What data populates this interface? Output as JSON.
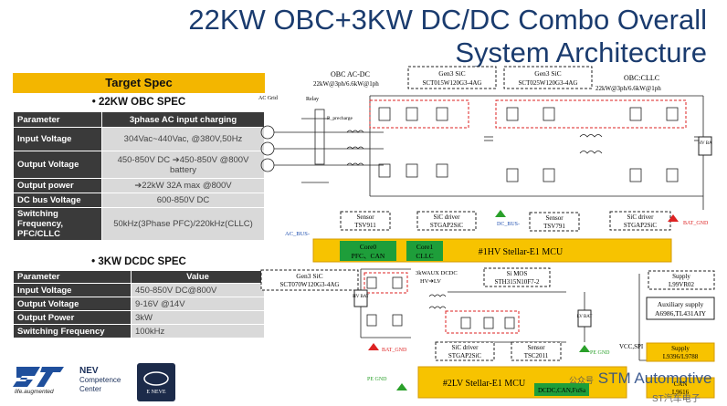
{
  "title": {
    "line1": "22KW OBC+3KW DC/DC Combo Overall",
    "line2": "System Architecture"
  },
  "target_spec": "Target Spec",
  "obc_spec": {
    "title": "• 22KW OBC SPEC",
    "header": [
      "Parameter",
      "3phase AC input charging"
    ],
    "rows": [
      [
        "Input Voltage",
        "304Vac~440Vac, @380V,50Hz"
      ],
      [
        "Output Voltage",
        "450-850V DC ➔450-850V @800V battery"
      ],
      [
        "Output power",
        "➔22kW 32A max @800V"
      ],
      [
        "DC bus Voltage",
        "600-850V DC"
      ],
      [
        "Switching Frequency, PFC/CLLC",
        "50kHz(3Phase PFC)/220kHz(CLLC)"
      ]
    ]
  },
  "dcdc_spec": {
    "title": "• 3KW DCDC SPEC",
    "header": [
      "Parameter",
      "Value"
    ],
    "rows": [
      [
        "Input Voltage",
        "450-850V DC@800V"
      ],
      [
        "Output Voltage",
        "9-16V @14V"
      ],
      [
        "Output Power",
        "3kW"
      ],
      [
        "Switching Frequency",
        "100kHz"
      ]
    ]
  },
  "footer": {
    "st_tagline": "life.augmented",
    "nev_title": "NEV",
    "nev_line2": "Competence",
    "nev_line3": "Center",
    "badge_text": "E NEVE",
    "watermark_cn": "公众号",
    "watermark_brand": "STM Automotive",
    "watermark_cn2": "ST汽车电子"
  },
  "diagram": {
    "ac_grid": "AC Grid",
    "relay": "Relay",
    "r_precharge": "R_precharge",
    "obc_acdc": "OBC AC-DC",
    "obc_acdc_spec": "22kW@3ph/6.6kW@1ph",
    "gen3_1": "Gen3 SiC",
    "gen3_1_part": "SCT015W120G3-4AG",
    "gen3_2": "Gen3 SiC",
    "gen3_2_part": "SCT025W120G3-4AG",
    "obc_clc": "OBC:CLLC",
    "obc_clc_spec": "22kW@3ph/6.6kW@1ph",
    "hv_ba": "HV BA",
    "sensor1": "Sensor",
    "sensor1_part": "TSV911",
    "sic_driver1": "SiC driver",
    "sic_driver1_part": "STGAP2SiC",
    "sensor2": "Sensor",
    "sensor2_part": "TSV791",
    "sic_driver2": "SiC driver",
    "sic_driver2_part": "STGAP2SiC",
    "ac_bus": "AC_BUS-",
    "dc_bus": "DC_BUS-",
    "bat_gnd": "BAT_GND",
    "hv_mcu": "#1HV Stellar-E1 MCU",
    "core0": "Core0",
    "core0_sub": "PFC、CAN",
    "core1": "Core1",
    "core1_sub": "CLLC",
    "gen3_3": "Gen3 SiC",
    "gen3_3_part": "SCT070W120G3-4AG",
    "aux": "3kWAUX DCDC",
    "aux_sub": "HV➔LV",
    "simos": "Si MOS",
    "simos_part": "STH315N10F7-2",
    "supply": "Supply",
    "supply_part": "L99VR02",
    "aux_supply": "Auxiliary supply",
    "aux_supply_part": "A6986,TL431AIY",
    "hv_bat": "HV BAT",
    "lv_bat": "LV BAT",
    "bat_gnd2": "BAT_GND",
    "sic_driver3": "SiC driver",
    "sic_driver3_part": "STGAP2SiC",
    "sensor3": "Sensor",
    "sensor3_part": "TSC2011",
    "pe_gnd": "PE GND",
    "vcc_spi": "VCC,SPI",
    "supply2": "Supply",
    "supply2_part": "L9396/L9788",
    "can": "CAN",
    "can_part": "L9616",
    "lv_mcu": "#2LV Stellar-E1 MCU",
    "dcdc_can": "DCDC,CAN,FuSa"
  }
}
